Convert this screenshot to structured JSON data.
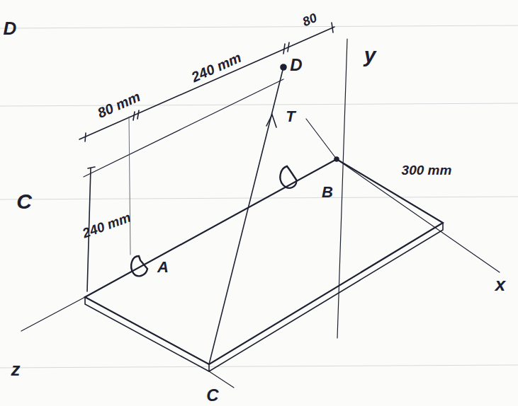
{
  "diagram": {
    "labels": [
      "D",
      "80 mm",
      "240 mm",
      "80",
      "D",
      "y",
      "T",
      "C",
      "240 mm",
      "B",
      "300 mm",
      "A",
      "x",
      "z",
      "C"
    ]
  }
}
